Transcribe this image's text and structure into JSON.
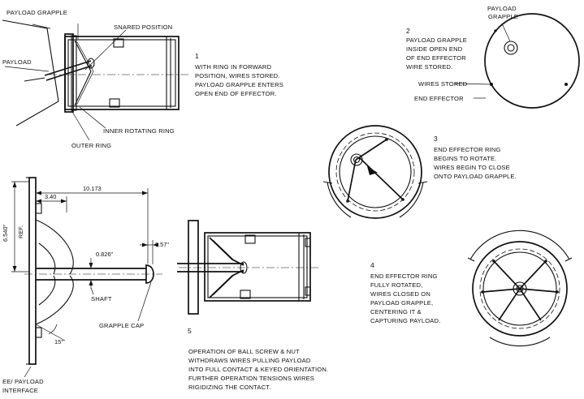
{
  "step1": {
    "number": "1",
    "caption": [
      "WITH RING IN FORWARD",
      "POSITION, WIRES STORED.",
      "PAYLOAD GRAPPLE ENTERS",
      "OPEN END OF EFFECTOR."
    ],
    "labels": {
      "payload_grapple": "PAYLOAD GRAPPLE",
      "snared_position": "SNARED POSITION",
      "payload": "PAYLOAD",
      "inner_rotating_ring": "INNER ROTATING RING",
      "outer_ring": "OUTER RING"
    }
  },
  "step2": {
    "number": "2",
    "top_label": [
      "PAYLOAD",
      "GRAPPLE"
    ],
    "caption": [
      "PAYLOAD GRAPPLE",
      "INSIDE OPEN END",
      "OF END EFFECTOR",
      "WIRE STORED."
    ],
    "labels": {
      "wires_stored": "WIRES STORED",
      "end_effector": "END EFFECTOR"
    }
  },
  "step3": {
    "number": "3",
    "caption": [
      "END EFFECTOR RING",
      "BEGINS TO ROTATE.",
      "WIRES BEGIN TO CLOSE",
      "ONTO PAYLOAD GRAPPLE."
    ]
  },
  "step4": {
    "number": "4",
    "caption": [
      "END EFFECTOR RING",
      "FULLY ROTATED,",
      "WIRES CLOSED ON",
      "PAYLOAD GRAPPLE,",
      "CENTERING IT &",
      "CAPTURING PAYLOAD."
    ]
  },
  "step5": {
    "number": "5",
    "caption": [
      "OPERATION OF BALL SCREW & NUT",
      "WITHDRAWS WIRES PULLING PAYLOAD",
      "INTO FULL CONTACT & KEYED ORIENTATION.",
      "FURTHER OPERATION TENSIONS WIRES",
      "RIGIDIZING  THE  CONTACT."
    ]
  },
  "grapple_dims": {
    "height": "6.540\"",
    "ref": "REF.",
    "length_340": "3.40",
    "length_10173": "10.173",
    "dia_0826": "0.826\"",
    "dim_057": "0.57\"",
    "angle": "15°",
    "shaft": "SHAFT",
    "grapple_cap": "GRAPPLE CAP",
    "interface": [
      "EE/ PAYLOAD",
      "INTERFACE"
    ]
  }
}
